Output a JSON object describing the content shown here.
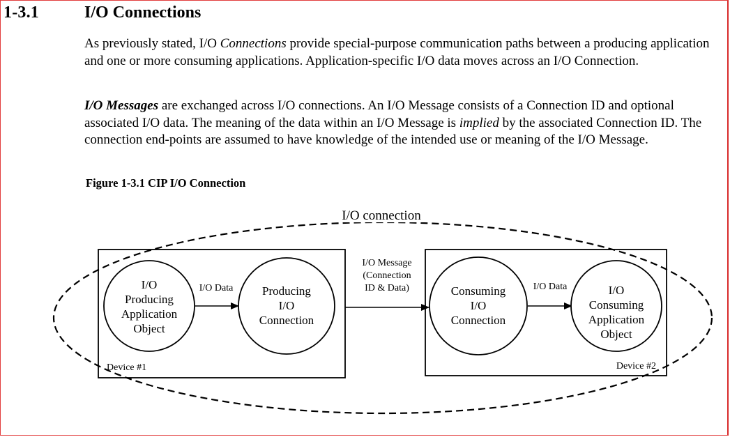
{
  "section": {
    "number": "1-3.1",
    "title": "I/O Connections"
  },
  "paragraph1": {
    "text_a": "As previously stated, I/O ",
    "emphasis": "Connections",
    "text_b": " provide special-purpose communication paths between a producing application and one or more consuming applications. Application-specific I/O data moves across an I/O Connection."
  },
  "paragraph2": {
    "term": "I/O Messages",
    "text_a": " are exchanged across I/O connections. An I/O Message consists of a Connection ID and optional associated I/O data. The meaning of the data within an I/O Message is ",
    "emphasis": "implied",
    "text_b": " by the associated Connection ID. The connection end-points are assumed to have knowledge of the intended use or meaning of the I/O Message."
  },
  "figure": {
    "caption": "Figure 1-3.1 CIP I/O Connection",
    "connection_label": "I/O connection",
    "device1": {
      "label": "Device #1",
      "object_lines": [
        "I/O",
        "Producing",
        "Application",
        "Object"
      ],
      "arrow_label": "I/O Data",
      "connection_lines": [
        "Producing",
        "I/O",
        "Connection"
      ]
    },
    "message_lines": [
      "I/O Message",
      "(Connection",
      "ID & Data)"
    ],
    "device2": {
      "label": "Device #2",
      "connection_lines": [
        "Consuming",
        "I/O",
        "Connection"
      ],
      "arrow_label": "I/O Data",
      "object_lines": [
        "I/O",
        "Consuming",
        "Application",
        "Object"
      ]
    }
  }
}
